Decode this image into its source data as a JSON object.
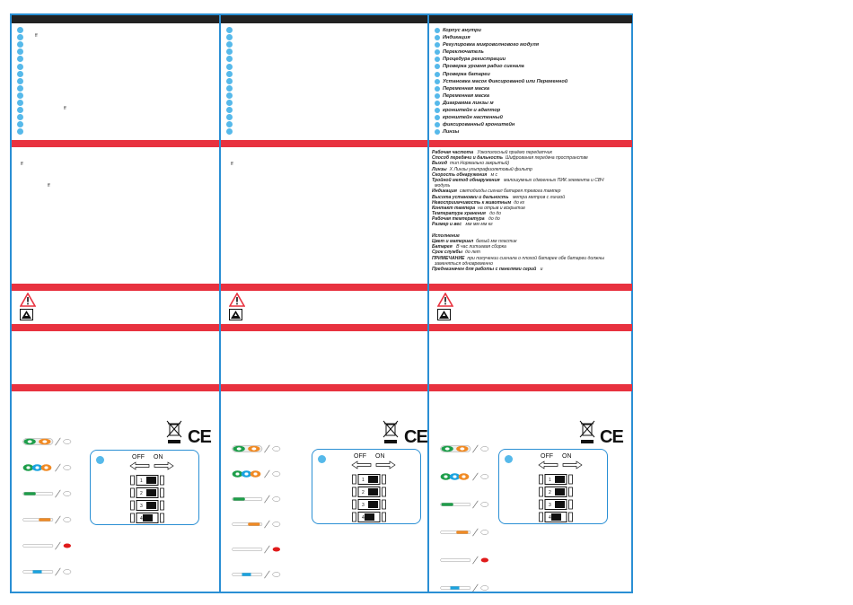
{
  "contents": {
    "items": [
      "Корпус внутри",
      "Индикация",
      "Регулировка микроволнового модуля",
      "Переключатель",
      "Процедура регистрации",
      "Проверка уровня радио сигнала",
      "Проверка батареи",
      "Установка масок Фиксированой или Переменной",
      "Переменная маска",
      "Переменная маска",
      "Диаграмма линзы    м",
      "    кронштейн и              адаптор",
      "    кронштейн настенный",
      "    фиксированный кронштейн",
      "Линзы"
    ]
  },
  "left_col": {
    "mark_1": "ff",
    "mark_2": "ff",
    "mark_3": "ff",
    "mark_4": "ff"
  },
  "mid_col": {
    "mark_1": "ff"
  },
  "specs": [
    {
      "k": "Рабочая частота",
      "v": "          Узкополосный       приёмо передатчик"
    },
    {
      "k": "Способ передачи и дальность",
      "v": "Шифрованая передача пространстве"
    },
    {
      "k": "Выход",
      "v": "тип Нормально закрытый)"
    },
    {
      "k": "Линзы",
      "v": "Х Линзы    ультрафиолетовый фильтр"
    },
    {
      "k": "Скорость обнаружения",
      "v": "         м с"
    },
    {
      "k": "Тройной метод обнаружения",
      "v": "     малошумных сдвоенных ПИК элемента и СВЧ"
    },
    {
      "k": "",
      "v": "модуль"
    },
    {
      "k": "Индикация",
      "v": "светодиоды  сигнал  батарея  тревога  тампер"
    },
    {
      "k": "Высота установки и дальность",
      "v": "            метра      метров  с линзой"
    },
    {
      "k": "Невосприимчивость к животным",
      "v": "до      кг"
    },
    {
      "k": "Контакт тампера",
      "v": "на отрыв и вскрытие"
    },
    {
      "k": "Температура хранения",
      "v": "           до                  до"
    },
    {
      "k": "Рабочая температура",
      "v": "              до                  до"
    },
    {
      "k": "Размер и вес",
      "v": "       мм        мм        мм        кг"
    },
    {
      "k": "",
      "v": ""
    },
    {
      "k": "Исполнение",
      "v": ""
    },
    {
      "k": "Цвет и материал",
      "v": "белый    мм         пластик"
    },
    {
      "k": "Батарея",
      "v": "       В          час  литиевая сборка"
    },
    {
      "k": "Срок службы",
      "v": "до    лет"
    },
    {
      "k": "ПРИМЕЧАНИЕ",
      "v": "при получении сигнала о плохой батарее  обе батареи должны"
    },
    {
      "k": "",
      "v": "заменяться одновременно"
    },
    {
      "k": "Предназначен для работы с панелями серий",
      "v": "                         и"
    }
  ],
  "dip": {
    "off_label": "OFF",
    "on_label": "ON",
    "switches": [
      "1",
      "2",
      "3",
      "4"
    ]
  },
  "ce_mark": "CE",
  "colors": {
    "blue": "#2a8fd4",
    "bullet": "#56b9ea",
    "red": "#e8323f",
    "green": "#1e9e4a",
    "orange": "#f08a24",
    "led_blue": "#1aa3e0",
    "led_red": "#e01b1b"
  }
}
